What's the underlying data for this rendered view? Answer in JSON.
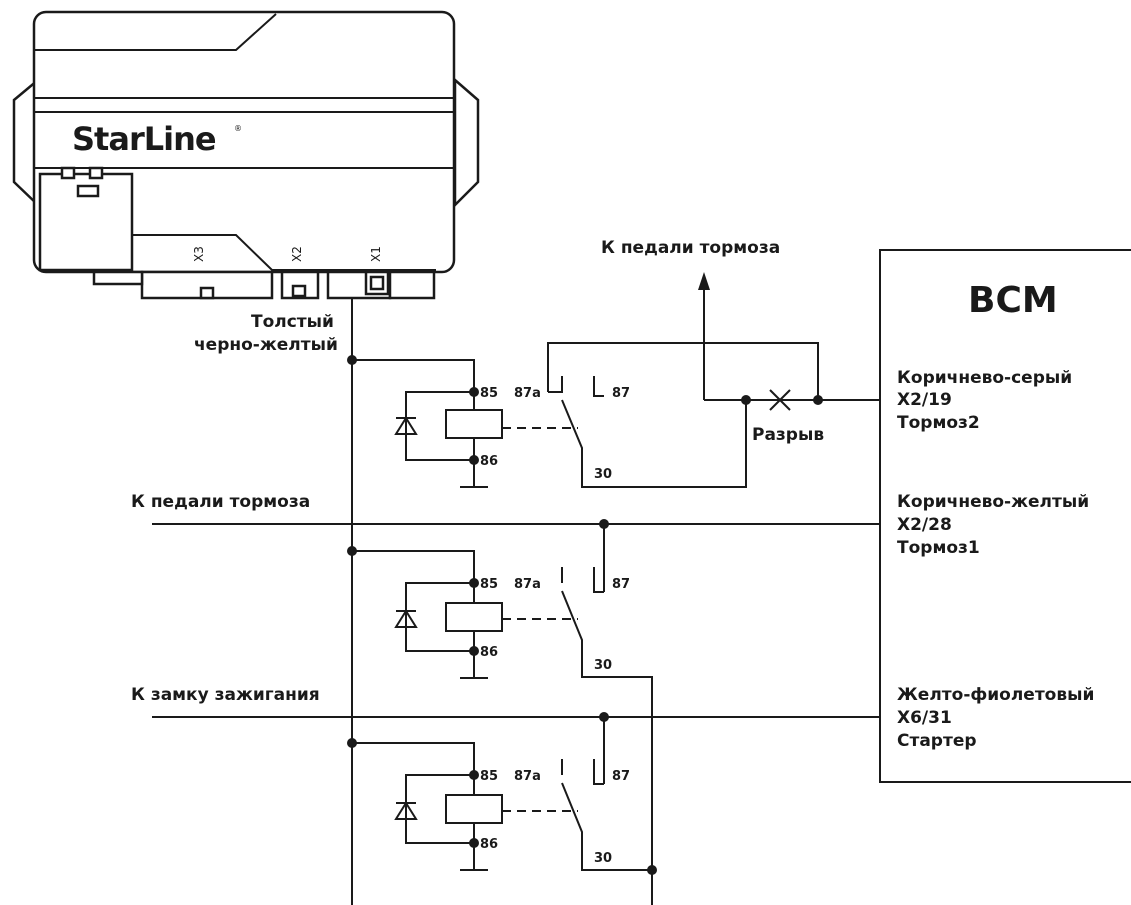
{
  "device": {
    "brand": "StarLine",
    "registered_mark": "®",
    "connectors": [
      "X3",
      "X2",
      "X1"
    ]
  },
  "wire_from_unit": {
    "line1": "Толстый",
    "line2": "черно-желтый"
  },
  "labels": {
    "brake_pedal_top": "К педали тормоза",
    "break_point": "Разрыв",
    "brake_pedal_left": "К педали тормоза",
    "ignition_lock": "К замку зажигания"
  },
  "bcm": {
    "title": "BCM",
    "pins": [
      {
        "color": "Коричнево-серый",
        "pin": "X2/19",
        "name": "Тормоз2"
      },
      {
        "color": "Коричнево-желтый",
        "pin": "X2/28",
        "name": "Тормоз1"
      },
      {
        "color": "Желто-фиолетовый",
        "pin": "X6/31",
        "name": "Стартер"
      }
    ]
  },
  "relays": [
    {
      "coil_a": "85",
      "coil_b": "86",
      "nc": "87a",
      "no": "87",
      "common": "30"
    },
    {
      "coil_a": "85",
      "coil_b": "86",
      "nc": "87a",
      "no": "87",
      "common": "30"
    },
    {
      "coil_a": "85",
      "coil_b": "86",
      "nc": "87a",
      "no": "87",
      "common": "30"
    }
  ],
  "colors": {
    "line": "#1a1a1a",
    "background": "#ffffff"
  }
}
